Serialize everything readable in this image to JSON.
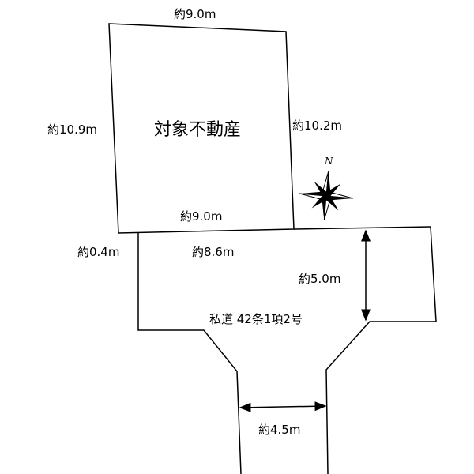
{
  "title": "対象不動産",
  "dimensions": {
    "top": "約9.0m",
    "left": "約10.9m",
    "right": "約10.2m",
    "bottom": "約9.0m",
    "setback": "約0.4m",
    "road_frontage": "約8.6m",
    "road_depth": "約5.0m",
    "road_width": "約4.5m"
  },
  "road_label": "私道 42条1項2号",
  "compass_label": "N"
}
